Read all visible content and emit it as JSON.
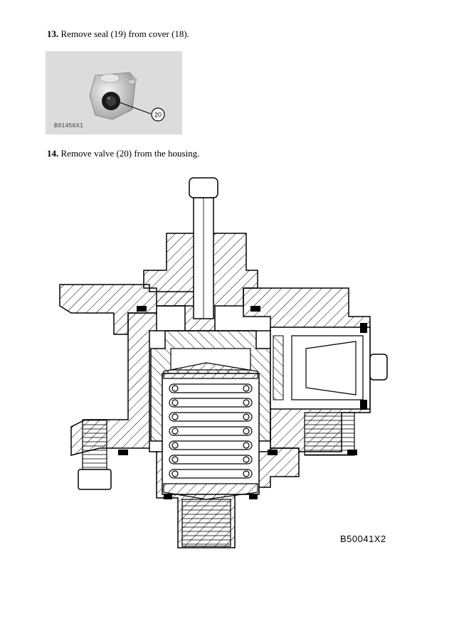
{
  "steps": [
    {
      "number": "13.",
      "text": "Remove seal (19) from cover (18)."
    },
    {
      "number": "14.",
      "text": "Remove valve (20) from the housing."
    }
  ],
  "photo": {
    "code": "B61456X1",
    "callout": "20"
  },
  "drawing": {
    "code": "B50041X2"
  }
}
